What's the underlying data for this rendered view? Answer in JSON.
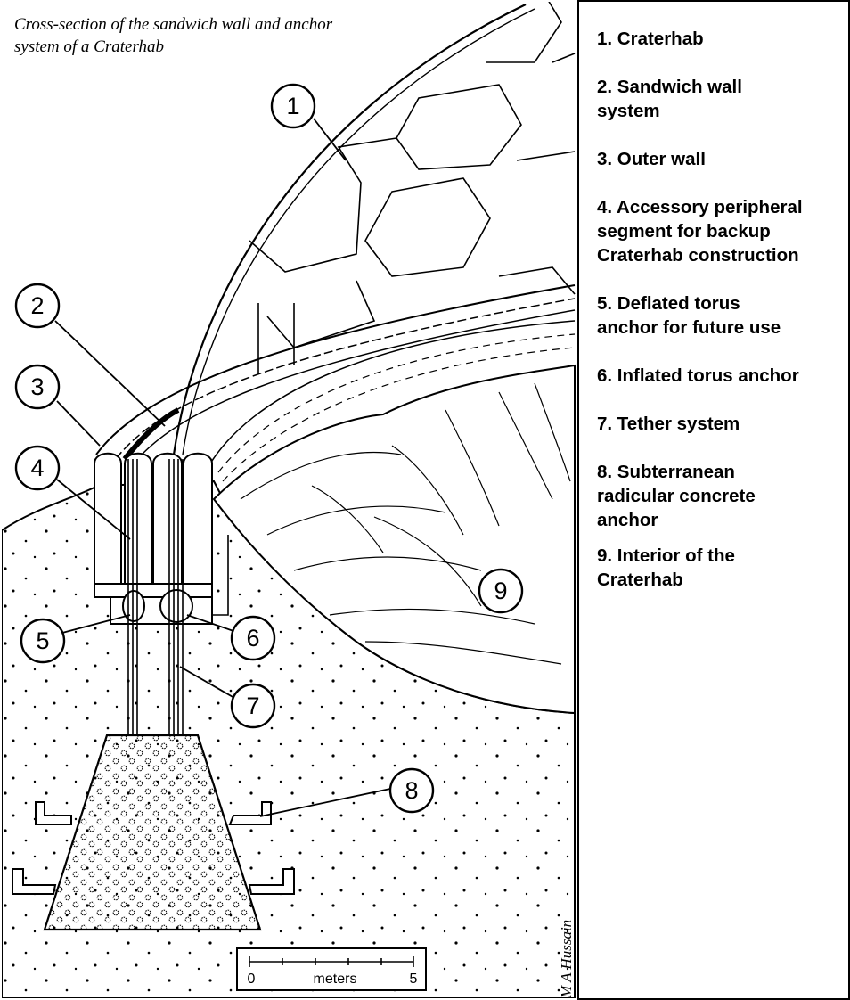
{
  "title": {
    "line1": "Cross-section of the sandwich wall and anchor",
    "line2": "system of a Craterhab"
  },
  "legend": [
    {
      "text": "1. Craterhab"
    },
    {
      "text": "2. Sandwich wall\nsystem"
    },
    {
      "text": "3. Outer wall"
    },
    {
      "text": "4. Accessory peripheral\nsegment for backup\nCraterhab construction"
    },
    {
      "text": "5. Deflated torus\nanchor for future use"
    },
    {
      "text": "6. Inflated torus anchor"
    },
    {
      "text": "7. Tether system"
    },
    {
      "text": "8. Subterranean\nradicular concrete\nanchor"
    },
    {
      "text": "9. Interior of the\nCraterhab"
    }
  ],
  "callouts": [
    "1",
    "2",
    "3",
    "4",
    "5",
    "6",
    "7",
    "8",
    "9"
  ],
  "scale_bar": {
    "start": "0",
    "end": "5",
    "unit": "meters"
  },
  "signature": "M A Hussain"
}
